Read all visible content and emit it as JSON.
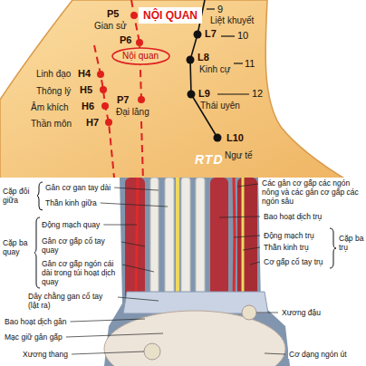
{
  "diagram": {
    "nodes": [
      {
        "text": [
          "NỘI QUAN"
        ]
      },
      {
        "text": [
          "Nội quan"
        ]
      }
    ],
    "labels": [
      "P5",
      "Gian sử",
      "9",
      "Liệt khuyết",
      "L7",
      "10",
      "P6",
      "L8",
      "Kinh cự",
      "11",
      "Linh đạo",
      "H4",
      "Thông lý",
      "H5",
      "P7",
      "Đại lăng",
      "L9",
      "Thái uyên",
      "12",
      "Âm khích",
      "H6",
      "Thần môn",
      "H7",
      "L10",
      "Ngư tế",
      "RTD",
      "Các gân cơ gấp các ngón nông và các gân cơ gấp các ngón sâu",
      "Cặp đôi giữa",
      "Gân cơ gan tay dài",
      "Thần kinh giữa",
      "Động mạch quay",
      "Cặp ba quay",
      "Gân cơ gấp cổ tay quay",
      "Gân cơ gấp ngón cái dài trong túi hoạt dịch quay",
      "Bao hoạt dịch trụ",
      "Động mạch trụ",
      "Thần kinh trụ",
      "Cặp ba trụ",
      "Cơ gấp cổ tay trụ",
      "Dây chằng gan cổ tay (lật ra)",
      "Xương đậu",
      "Bao hoạt dịch gân",
      "Mạc giữ gân gấp",
      "Xương thang",
      "Cơ dạng ngón út"
    ]
  }
}
